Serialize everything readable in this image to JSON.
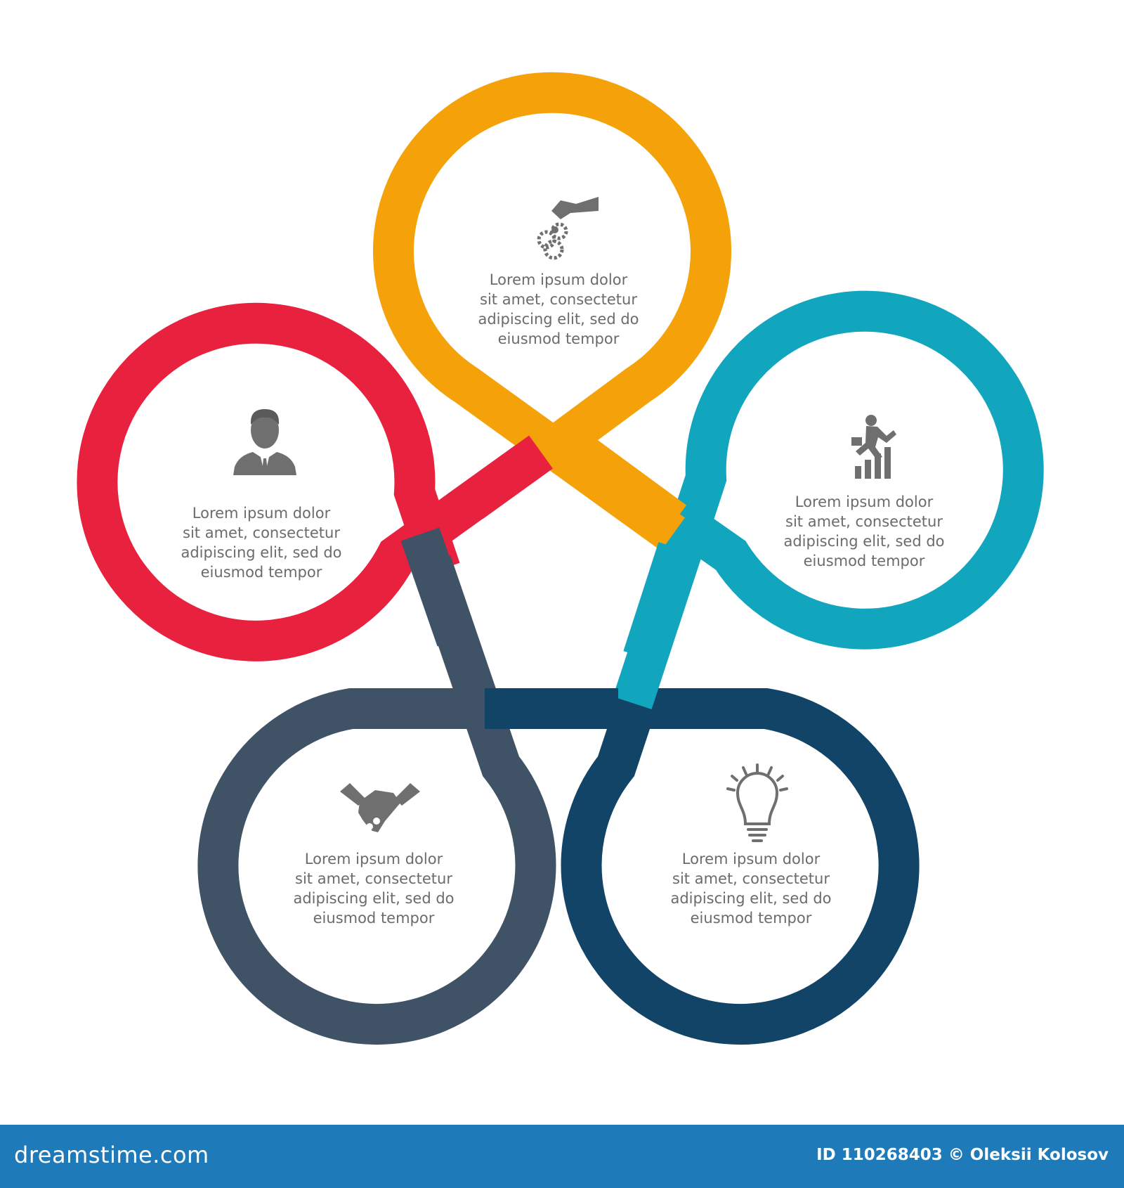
{
  "petals": [
    {
      "id": "top",
      "icon": "hand-gears-icon",
      "color": "#F5A20A",
      "lines": [
        "Lorem ipsum dolor",
        "sit amet, consectetur",
        "adipiscing elit, sed do",
        "eiusmod tempor"
      ]
    },
    {
      "id": "right",
      "icon": "career-growth-icon",
      "color": "#12A5BE",
      "lines": [
        "Lorem ipsum dolor",
        "sit amet, consectetur",
        "adipiscing elit, sed do",
        "eiusmod tempor"
      ]
    },
    {
      "id": "bottom-right",
      "icon": "lightbulb-icon",
      "color": "#114467",
      "lines": [
        "Lorem ipsum dolor",
        "sit amet, consectetur",
        "adipiscing elit, sed do",
        "eiusmod tempor"
      ]
    },
    {
      "id": "bottom-left",
      "icon": "handshake-icon",
      "color": "#3F5266",
      "lines": [
        "Lorem ipsum dolor",
        "sit amet, consectetur",
        "adipiscing elit, sed do",
        "eiusmod tempor"
      ]
    },
    {
      "id": "left",
      "icon": "businessman-icon",
      "color": "#E8213F",
      "lines": [
        "Lorem ipsum dolor",
        "sit amet, consectetur",
        "adipiscing elit, sed do",
        "eiusmod tempor"
      ]
    }
  ],
  "icon_color": "#6F6F6F",
  "footer": {
    "brand": "dreamstime.com",
    "credit": "ID 110268403 © Oleksii Kolosov",
    "background": "#1E7AB8"
  }
}
